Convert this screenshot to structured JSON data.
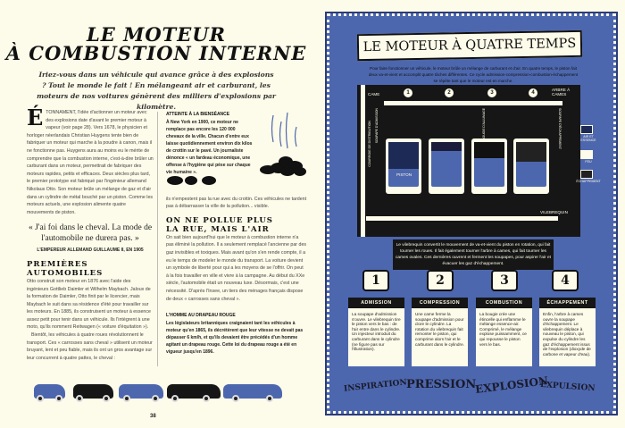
{
  "left_page": {
    "title_line1": "LE MOTEUR",
    "title_line2": "À COMBUSTION INTERNE",
    "intro": "Iriez-vous dans un véhicule qui avance grâce à des explosions ? Tout le monde le fait ! En mélangeant air et carburant, les moteurs de nos voitures génèrent des milliers d'explosions par kilomètre.",
    "dropcap": "É",
    "para1": "TONNAMENT, l'idée d'actionner un moteur avec des explosions date d'avant le premier moteur à vapeur (voir page 28). Vers 1678, le physicien et horloger néerlandais Christian Huygens tente bien de fabriquer un moteur qui marche à la poudre à canon, mais il ne fonctionne pas. Huygens aura au moins eu le mérite de comprendre que la combustion interne, c'est-à-dire brûler un carburant dans un moteur, permettrait de fabriquer des moteurs rapides, petits et efficaces. Deux siècles plus tard, le premier prototype est fabriqué par l'ingénieur allemand Nikolaus Otto. Son moteur brûle un mélange de gaz et d'air dans un cylindre de métal bouché par un piston. Comme les moteurs actuels, une explosion alimente quatre mouvements de piston.",
    "quote": "« J'ai foi dans le cheval. La mode de l'automobile ne durera pas. »",
    "quote_source": "L'EMPEREUR ALLEMAND GUILLAUME II, EN 1905",
    "heading1": "PREMIÈRES AUTOMOBILES",
    "para2": "Otto construit son moteur en 1876 avec l'aide des ingénieurs Gottlieb Daimler et Wilhelm Maybach. Jaloux de la formation de Daimler, Otto finit par le licencier, mais Maybach le suit dans sa résidence d'été pour travailler sur les moteurs. En 1885, ils construisent un moteur à essence assez petit pour tenir dans un véhicule. Ils l'intègrent à une moto, qu'ils nomment Reitwagen (« voiture d'équitation »).",
    "para3": "Bientôt, les véhicules à quatre roues révolutionnent le transport. Ces « carrosses sans cheval » utilisent un moteur bruyant, lent et peu fiable, mais ils ont un gros avantage sur leur concurrent à quatre pattes, le cheval :",
    "box1_title": "ATTEINTE À LA BIENSÉANCE",
    "box1_text": "À New York en 1900, ce moteur ne remplace pas encore les 120 000 chevaux de la ville. Chacun d'entre eux laisse quotidiennement environ dix kilos de crottin sur le pavé. Un journaliste dénonce « un fardeau économique, une offense à l'hygiène qui pèse sur chaque vie humaine ».",
    "para4": "ils n'empestent pas la rue avec du crottin. Ces véhicules ne tardent pas à débarrasser la ville de la pollution... visible.",
    "heading2_line1": "ON NE POLLUE PLUS",
    "heading2_line2": "LA RUE, MAIS L'AIR",
    "para5": "On sait bien aujourd'hui que le moteur à combustion interne n'a pas éliminé la pollution. Il a seulement remplacé l'ancienne par des gaz invisibles et toxiques. Mais avant qu'on s'en rende compte, il a eu le temps de modeler le monde du transport. La voiture devient un symbole de liberté pour qui a les moyens de se l'offrir. On peut à la fois travailler en ville et vivre à la campagne. Au début du XXe siècle, l'automobile était un nouveau luxe. Désormais, c'est une nécessité. D'après l'Insee, un tiers des ménages français dispose de deux « carrosses sans cheval ».",
    "box2_title": "L'HOMME AU DRAPEAU ROUGE",
    "box2_text": "Les législateurs britanniques craignaient tant les véhicules à moteur qu'en 1865, ils décrétèrent que leur vitesse ne devait pas dépasser 6 km/h, et qu'ils devaient être précédés d'un homme agitant un drapeau rouge. Cette loi du drapeau rouge a été en vigueur jusqu'en 1896.",
    "page_number": "38"
  },
  "right_page": {
    "title": "LE MOTEUR À QUATRE TEMPS",
    "intro": "Pour faire fonctionner un véhicule, le moteur brûle un mélange de carburant et d'air. En quatre temps, le piston fait deux va-et-vient et accomplit quatre tâches différentes. Ce cycle admission-compression-combustion-échappement se répète tant que le moteur est en marche.",
    "labels": {
      "came": "CAME",
      "arbre": "ARBRE À CAMES",
      "piston": "PISTON",
      "vilebrequin": "VILEBREQUIN",
      "courroie": "COURROIE DE DISTRIBUTION",
      "soupape_adm": "SOUPAPE D'ADMISSION",
      "bougie": "BOUGIE D'ALLUMAGE",
      "soupape_ech": "SOUPAPE D'ÉCHAPPEMENT"
    },
    "legend": [
      {
        "label": "AIR ET ESSENCE"
      },
      {
        "label": "FEU"
      },
      {
        "label": "ÉCHAPPEMENT"
      }
    ],
    "stroke_numbers": [
      "1",
      "2",
      "3",
      "4"
    ],
    "caption": "Le vilebrequin convertit le mouvement de va-et-vient du piston en rotation, qui fait tourner les roues. Il fait également tourner l'arbre à cames, qui fait tourner les cames ovales. Ces dernières ouvrent et ferment les soupapes, pour aspirer l'air et évacuer les gaz d'échappement.",
    "steps": [
      {
        "num": "1",
        "title": "ADMISSION",
        "text": "La soupape d'admission s'ouvre. Le vilebrequin tire le piston vers le bas : de l'air entre dans le cylindre. Un injecteur introduit du carburant dans le cylindre (ne figure pas sur l'illustration).",
        "word": "INSPIRATION"
      },
      {
        "num": "2",
        "title": "COMPRESSION",
        "text": "Une came ferme la soupape d'admission pour clore le cylindre. La rotation du vilebrequin fait remonter le piston, qui comprime alors l'air et le carburant dans le cylindre.",
        "word": "PRESSION"
      },
      {
        "num": "3",
        "title": "COMBUSTION",
        "text": "La bougie crée une étincelle qui enflamme le mélange essence-air. Comprimé, le mélange explose puissamment, ce qui repousse le piston vers le bas.",
        "word": "EXPLOSION"
      },
      {
        "num": "4",
        "title": "ÉCHAPPEMENT",
        "text": "Enfin, l'arbre à cames ouvre la soupape d'échappement. Le vilebrequin déplace à nouveau le piston, qui expulse du cylindre les gaz d'échappement issus de l'explosion (dioxyde de carbone et vapeur d'eau).",
        "word": "EXPULSION"
      }
    ]
  },
  "colors": {
    "blue": "#4d67ae",
    "black": "#161616",
    "cream": "#fdfbe9"
  }
}
